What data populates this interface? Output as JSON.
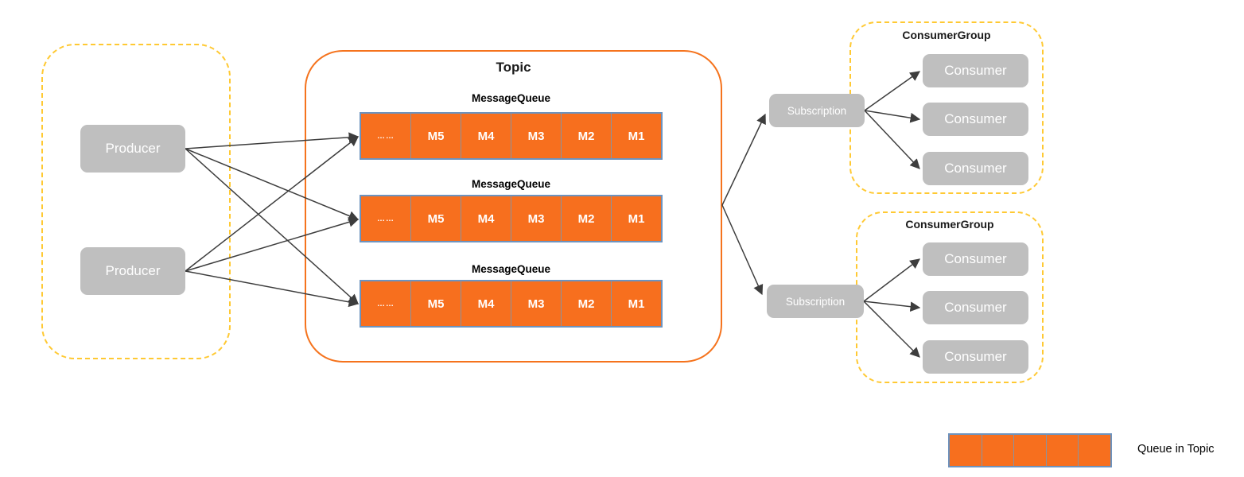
{
  "colors": {
    "orange": "#F76F1E",
    "orange-border": "#F5731D",
    "bar-border": "#6D93BE",
    "cell-divider": "#8A93A0",
    "gray-box": "#BFBFBF",
    "yellow": "#FFC933",
    "arrow": "#3D3D3D",
    "title-text": "#1A1A1A",
    "box-text": "#FFFFFF"
  },
  "producer_group": {
    "producers": [
      {
        "label": "Producer"
      },
      {
        "label": "Producer"
      }
    ]
  },
  "topic": {
    "label": "Topic",
    "queues": [
      {
        "label": "MessageQueue",
        "cells": [
          "……",
          "M5",
          "M4",
          "M3",
          "M2",
          "M1"
        ]
      },
      {
        "label": "MessageQueue",
        "cells": [
          "……",
          "M5",
          "M4",
          "M3",
          "M2",
          "M1"
        ]
      },
      {
        "label": "MessageQueue",
        "cells": [
          "……",
          "M5",
          "M4",
          "M3",
          "M2",
          "M1"
        ]
      }
    ]
  },
  "subscriptions": [
    {
      "label": "Subscription"
    },
    {
      "label": "Subscription"
    }
  ],
  "consumer_groups": [
    {
      "label": "ConsumerGroup",
      "consumers": [
        "Consumer",
        "Consumer",
        "Consumer"
      ]
    },
    {
      "label": "ConsumerGroup",
      "consumers": [
        "Consumer",
        "Consumer",
        "Consumer"
      ]
    }
  ],
  "legend": {
    "label": "Queue in Topic"
  }
}
